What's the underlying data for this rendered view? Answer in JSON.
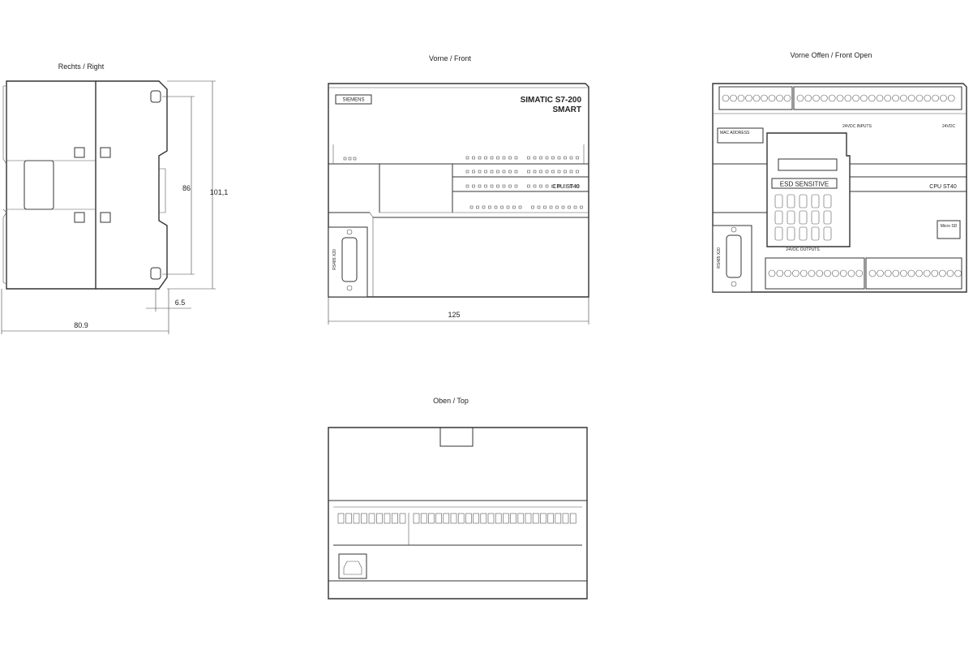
{
  "views": {
    "right": {
      "title": "Rechts / Right"
    },
    "front": {
      "title": "Vorne / Front"
    },
    "front_open": {
      "title": "Vorne Offen / Front Open"
    },
    "top": {
      "title": "Oben / Top"
    }
  },
  "dimensions": {
    "height_inner": "86",
    "height_total": "101,1",
    "offset": "6.5",
    "depth": "80.9",
    "width": "125"
  },
  "labels": {
    "brand": "SIEMENS",
    "product_line1": "SIMATIC S7-200",
    "product_line2": "SMART",
    "cpu": "CPU ST40",
    "port": "RS485 X20",
    "esd": "ESD  SENSITIVE",
    "mac": "MAC ADDRESS",
    "inputs": "24VDC INPUTS",
    "outputs": "24VDC OUTPUTS",
    "supply": "24VDC",
    "micro_sd": "Micro SD"
  }
}
